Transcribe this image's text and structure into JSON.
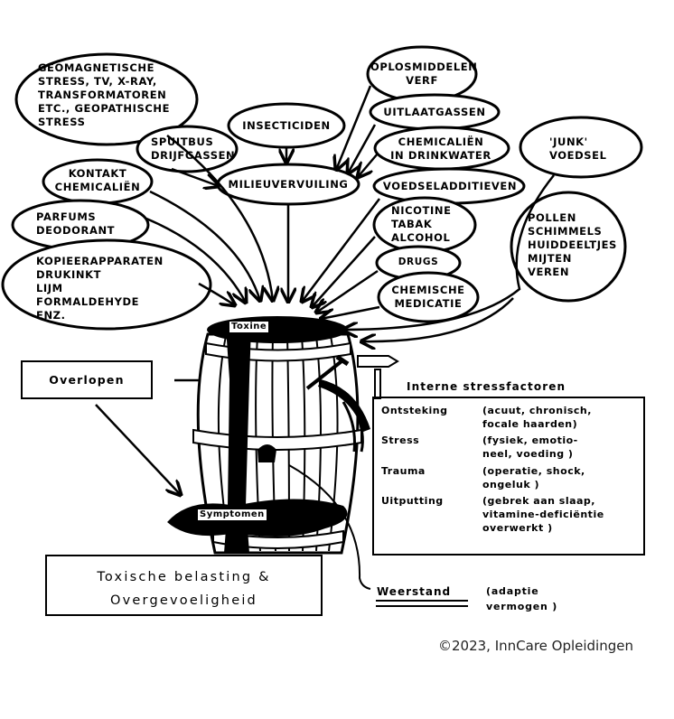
{
  "diagram": {
    "title_lines": "Toxische belasting &\nOvergevoeligheid",
    "barrel": {
      "top_label": "Toxine",
      "bottom_label": "Symptomen"
    },
    "overflow_label": "Overlopen",
    "sources": {
      "geomagnetic": "Geomagnetische\nstress, TV, X-ray,\ntransformatoren\netc., geopathische\nstress",
      "insecticides": "Insecticiden",
      "spray": "Spuitbus\ndrijfgassen",
      "pollution": "Milieuvervuiling",
      "solvents": "Oplosmiddelen\nverf",
      "exhaust": "Uitlaatgassen",
      "water_chemicals": "Chemicaliën\nin drinkwater",
      "additives": "Voedseladditieven",
      "junk_food": "'Junk'\nvoedsel",
      "contact_chemicals": "Kontakt\nchemicaliën",
      "perfume": "Parfums\ndeodorant",
      "office": "Kopieerapparaten\ndrukinkt\nlijm\nformaldehyde\n      enz.",
      "nicotine": "Nicotine\ntabak\nalcohol",
      "drugs": "Drugs",
      "medication": "Chemische\nmedicatie",
      "allergens": "Pollen\nschimmels\nhuiddeeltjes\nmijten\nveren"
    },
    "internal_stress": {
      "title": "Interne stressfactoren",
      "rows": [
        {
          "name": "Ontsteking",
          "desc": "(acuut, chronisch,\nfocale haarden)"
        },
        {
          "name": "Stress",
          "desc": "(fysiek, emotio-\nneel, voeding )"
        },
        {
          "name": "Trauma",
          "desc": "(operatie, shock,\nongeluk )"
        },
        {
          "name": "Uitputting",
          "desc": "(gebrek aan slaap,\nvitamine-deficiëntie\noverwerkt )"
        }
      ]
    },
    "resistance": {
      "label": "Weerstand",
      "note": "(adaptie\n vermogen )"
    },
    "copyright": "©2023, InnCare Opleidingen"
  }
}
